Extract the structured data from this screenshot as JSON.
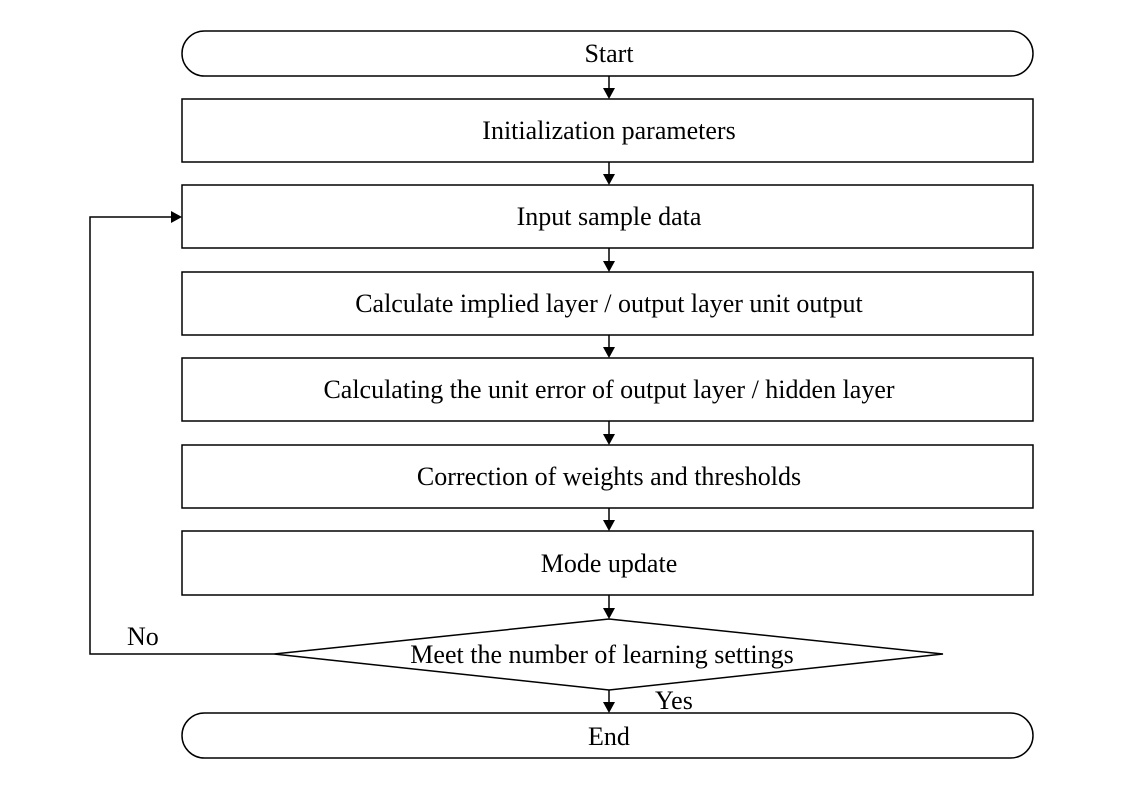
{
  "flowchart": {
    "start": "Start",
    "steps": [
      "Initialization parameters",
      "Input sample data",
      "Calculate implied layer / output layer unit output",
      "Calculating the unit error of output layer / hidden layer",
      "Correction of weights and thresholds",
      "Mode update"
    ],
    "decision": "Meet the number of learning settings",
    "no_label": "No",
    "yes_label": "Yes",
    "end": "End"
  }
}
